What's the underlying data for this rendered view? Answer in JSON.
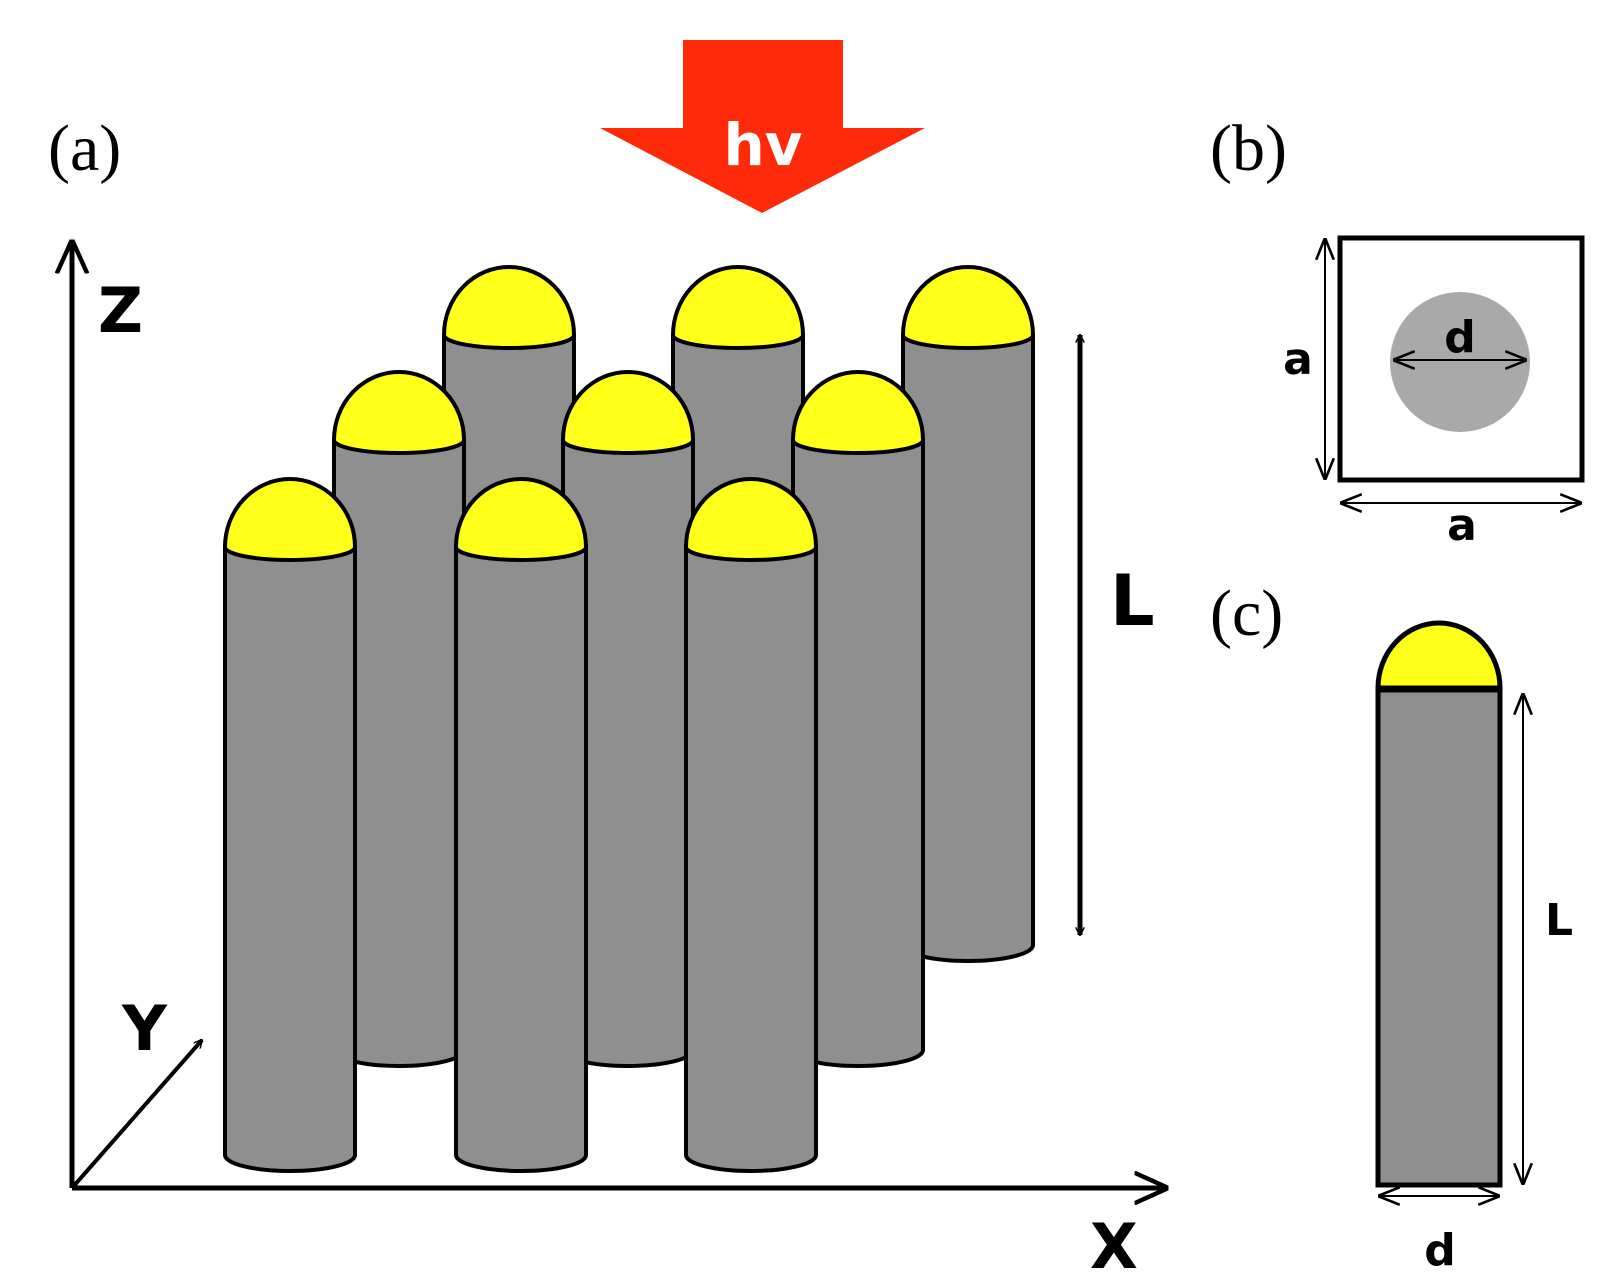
{
  "panels": {
    "a": {
      "label": "(a)"
    },
    "b": {
      "label": "(b)"
    },
    "c": {
      "label": "(c)"
    }
  },
  "axes": {
    "z": "Z",
    "y": "Y",
    "x": "X"
  },
  "photon": {
    "label": "hv"
  },
  "dimensions": {
    "array_length": "L",
    "cell_side_left": "a",
    "cell_side_bottom": "a",
    "diameter_top": "d",
    "single_length": "L",
    "single_diameter": "d"
  },
  "colors": {
    "nanowire": "#8f8f8f",
    "cap": "#ffff1a",
    "arrow": "#ff2a0a",
    "outline": "#000000",
    "cross_section": "#a9a9a9"
  }
}
